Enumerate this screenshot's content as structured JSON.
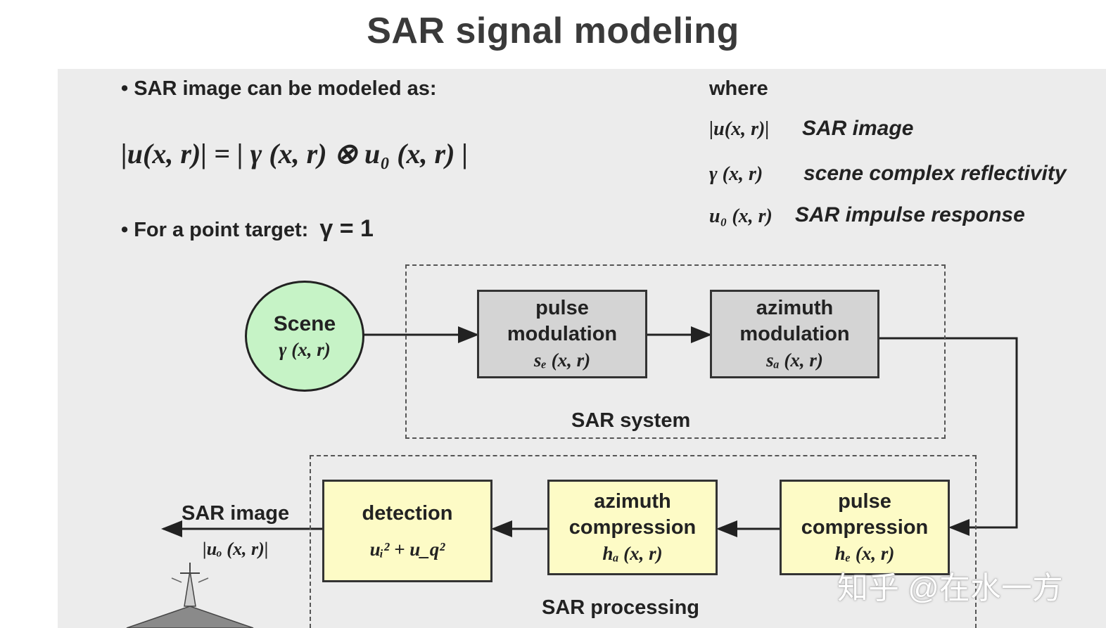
{
  "title": "SAR signal modeling",
  "bullets": {
    "b1": "SAR image can be modeled as:",
    "b2_prefix": "For a point target:",
    "b2_eq": "γ = 1",
    "equation": "|u(x, r)| = | γ (x, r) ⊗ u₀ (x, r) |"
  },
  "legend": {
    "heading": "where",
    "items": [
      {
        "symbol": "|u(x, r)|",
        "text": "SAR image"
      },
      {
        "symbol": "γ (x, r)",
        "text": "scene complex reflectivity"
      },
      {
        "symbol": "u₀ (x, r)",
        "text": "SAR impulse response"
      }
    ]
  },
  "diagram": {
    "scene": {
      "label": "Scene",
      "formula": "γ (x, r)"
    },
    "pulse_modulation": {
      "line1": "pulse",
      "line2": "modulation",
      "formula": "sₑ (x, r)"
    },
    "azimuth_modulation": {
      "line1": "azimuth",
      "line2": "modulation",
      "formula": "sₐ (x, r)"
    },
    "system_label": "SAR system",
    "pulse_compression": {
      "line1": "pulse",
      "line2": "compression",
      "formula": "hₑ (x, r)"
    },
    "azimuth_compression": {
      "line1": "azimuth",
      "line2": "compression",
      "formula": "hₐ (x, r)"
    },
    "detection": {
      "line1": "detection",
      "formula": "uᵢ² + u_q²"
    },
    "processing_label": "SAR processing",
    "output": {
      "label": "SAR image",
      "formula": "|uₒ (x, r)|"
    }
  },
  "colors": {
    "scene_fill": "#c6f3c6",
    "modulation_fill": "#d4d4d4",
    "processing_fill": "#fdfbc6",
    "panel_bg": "#ececec"
  },
  "watermark": "知乎 @在水一方"
}
